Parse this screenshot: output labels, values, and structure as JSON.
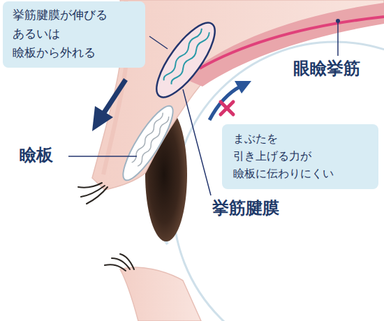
{
  "diagram": {
    "nodes": [
      {
        "text": [
          "挙筋腱膜が伸びる あるいは 瞼板から外れる"
        ]
      },
      {
        "text": [
          "まぶたを 引き上げる力が 瞼板に伝わりにくい"
        ]
      }
    ],
    "labels": [
      "眼瞼挙筋",
      "瞼板",
      "挙筋腱膜"
    ]
  }
}
